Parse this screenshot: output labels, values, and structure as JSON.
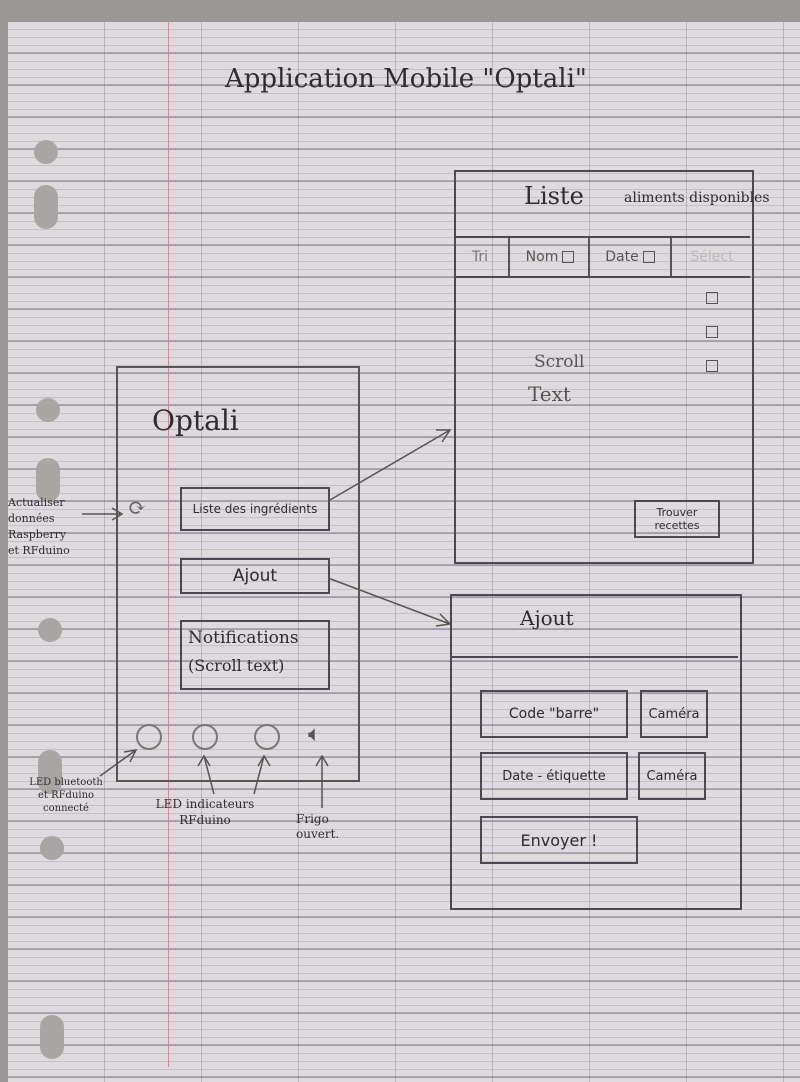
{
  "title": "Application Mobile \"Optali\"",
  "main_screen": {
    "app_name": "Optali",
    "buttons": [
      "Liste des ingrédients",
      "Ajout"
    ],
    "notifications": [
      "Notifications",
      "(Scroll text)"
    ],
    "annotations": {
      "refresh": "Actualiser données Raspberry et RFduino",
      "led_bluetooth": "LED bluetooth et RFduino connecté",
      "led_indicators": "LED indicateurs RFduino",
      "fridge": "Frigo ouvert."
    },
    "icons": [
      "refresh-icon",
      "led-icon",
      "speaker-icon"
    ]
  },
  "list_screen": {
    "title": "Liste",
    "subtitle": "aliments disponibles",
    "columns": [
      "Tri",
      "Nom",
      "Date",
      "Sélect"
    ],
    "body": [
      "Scroll",
      "Text"
    ],
    "button": "Trouver recettes"
  },
  "add_screen": {
    "title": "Ajout",
    "fields": [
      {
        "label": "Code \"barre\"",
        "button": "Caméra"
      },
      {
        "label": "Date - étiquette",
        "button": "Caméra"
      }
    ],
    "submit": "Envoyer !"
  }
}
